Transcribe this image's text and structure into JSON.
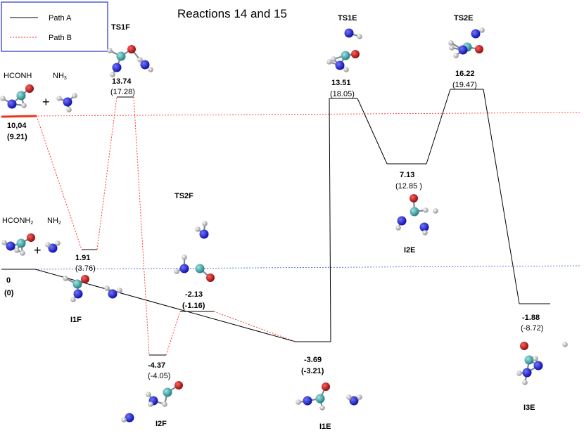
{
  "title": "Reactions 14 and 15",
  "legend": {
    "path_a": "Path A",
    "path_b": "Path B",
    "colors": {
      "path_a": "#000000",
      "path_b": "#ff2a1a",
      "reference_line": "#3a5bd9",
      "frame": "#3344cc"
    }
  },
  "reactants": {
    "top": {
      "mol1": "HCONH",
      "mol2_base": "NH",
      "mol2_sub": "3",
      "plus": "+"
    },
    "bottom": {
      "mol1_base": "HCONH",
      "mol1_sub": "2",
      "mol2_base": "NH",
      "mol2_sub": "2",
      "plus": "+"
    }
  },
  "stationary_points": [
    {
      "id": "reactants_top",
      "name": "",
      "energy_a": "10,04",
      "energy_b": "(9.21)"
    },
    {
      "id": "reactants_bottom",
      "name": "",
      "energy_a": "0",
      "energy_b": "(0)"
    },
    {
      "id": "TS1F",
      "name": "TS1F",
      "energy_a": "13.74",
      "energy_b": "(17.28)"
    },
    {
      "id": "I1F",
      "name": "I1F",
      "energy_a": "1.91",
      "energy_b": "(3.76)"
    },
    {
      "id": "I2F",
      "name": "I2F",
      "energy_a": "-4.37",
      "energy_b": "(-4.05)"
    },
    {
      "id": "TS2F",
      "name": "TS2F",
      "energy_a": "-2.13",
      "energy_b": "(-1.16)"
    },
    {
      "id": "I1E",
      "name": "I1E",
      "energy_a": "-3.69",
      "energy_b": "(-3.21)"
    },
    {
      "id": "TS1E",
      "name": "TS1E",
      "energy_a": "13.51",
      "energy_b": "(18.05)"
    },
    {
      "id": "I2E",
      "name": "I2E",
      "energy_a": "7.13",
      "energy_b": "(12.85 )"
    },
    {
      "id": "TS2E",
      "name": "TS2E",
      "energy_a": "16.22",
      "energy_b": "(19.47)"
    },
    {
      "id": "I3E",
      "name": "I3E",
      "energy_a": "-1.88",
      "energy_b": "(-8.72)"
    }
  ],
  "atom_colors": {
    "carbon": "#2a8a8a",
    "nitrogen": "#1a1ad0",
    "oxygen": "#c01010",
    "hydrogen": "#bdbdbd"
  }
}
